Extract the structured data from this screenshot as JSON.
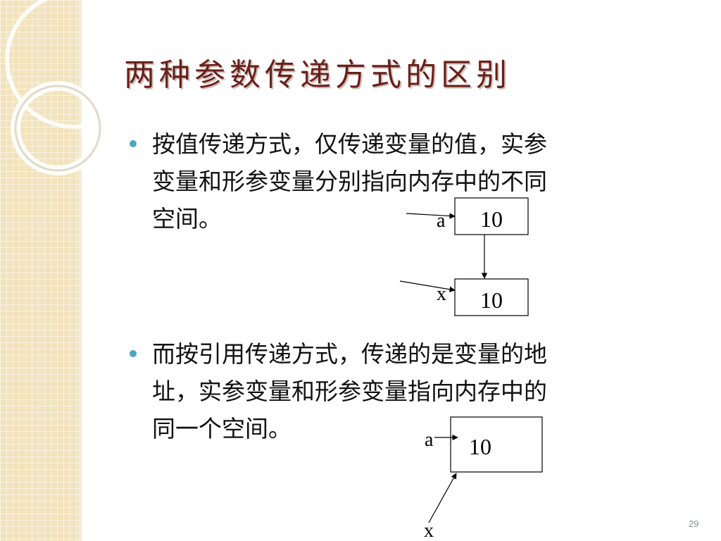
{
  "slide": {
    "title": "两种参数传递方式的区别",
    "bullets": [
      {
        "lines": [
          "按值传递方式，仅传递变量的值，实参",
          "变量和形参变量分别指向内存中的不同",
          "空间。"
        ]
      },
      {
        "lines": [
          "而按引用传递方式，传递的是变量的地",
          "址，实参变量和形参变量指向内存中的",
          "同一个空间。"
        ]
      }
    ],
    "page_number": "29"
  },
  "diagrams": {
    "by_value": {
      "label_a": "a",
      "value_a": "10",
      "label_x": "x",
      "value_x": "10"
    },
    "by_reference": {
      "label_a": "a",
      "value": "10",
      "label_x": "x"
    }
  },
  "colors": {
    "title": "#6b1f1a",
    "bullet": "#4ba6c2",
    "sidebar": "#f2e3bd"
  }
}
